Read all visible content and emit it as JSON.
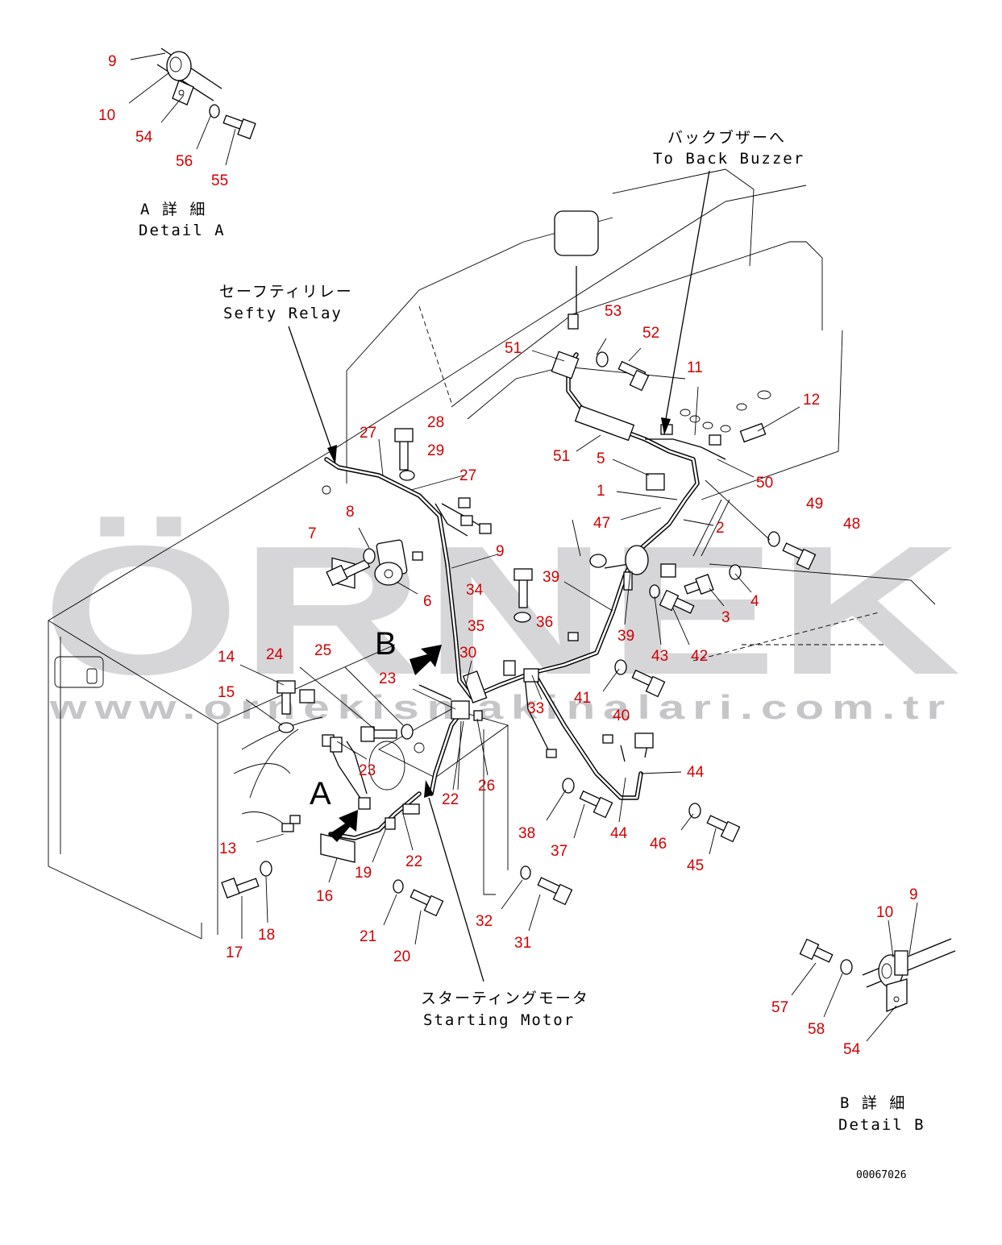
{
  "watermark": {
    "brand": "ÖRNEK",
    "url": "www.ornekismakinalari.com.tr",
    "accent_color": "#f5d66e",
    "gray_color": "#d6d6d9"
  },
  "colors": {
    "callout": "#d00000",
    "line": "#000000"
  },
  "labels": {
    "back_buzzer_jp": "バックブザーへ",
    "back_buzzer_en": "To Back Buzzer",
    "safety_relay_jp": "セーフティリレー",
    "safety_relay_en": "Sefty Relay",
    "starting_motor_jp": "スターティングモータ",
    "starting_motor_en": "Starting Motor",
    "detail_a_jp": "A 詳 細",
    "detail_a_en": "Detail A",
    "detail_b_jp": "B 詳 細",
    "detail_b_en": "Detail B",
    "view_a": "A",
    "view_b": "B",
    "drawing_code": "00067026"
  },
  "callouts": {
    "c9a": "9",
    "c10a": "10",
    "c54a": "54",
    "c56": "56",
    "c55": "55",
    "c53": "53",
    "c52": "52",
    "c51a": "51",
    "c51b": "51",
    "c11": "11",
    "c12": "12",
    "c5": "5",
    "c50": "50",
    "c1": "1",
    "c49": "49",
    "c48": "48",
    "c47": "47",
    "c2": "2",
    "c27a": "27",
    "c28": "28",
    "c29": "29",
    "c27b": "27",
    "c8": "8",
    "c7": "7",
    "c9b": "9",
    "c6": "6",
    "c34": "34",
    "c39a": "39",
    "c36": "36",
    "c35": "35",
    "c39b": "39",
    "c4": "4",
    "c3": "3",
    "c43": "43",
    "c42": "42",
    "c30": "30",
    "c41": "41",
    "c40": "40",
    "c33": "33",
    "c14": "14",
    "c24": "24",
    "c25": "25",
    "c23a": "23",
    "c15": "15",
    "c23b": "23",
    "c22a": "22",
    "c26": "26",
    "c44a": "44",
    "c44b": "44",
    "c38": "38",
    "c37": "37",
    "c46": "46",
    "c45": "45",
    "c13": "13",
    "c19": "19",
    "c22b": "22",
    "c16": "16",
    "c17": "17",
    "c18": "18",
    "c21": "21",
    "c20": "20",
    "c32": "32",
    "c31": "31",
    "c9c": "9",
    "c10b": "10",
    "c57": "57",
    "c58": "58",
    "c54b": "54"
  }
}
